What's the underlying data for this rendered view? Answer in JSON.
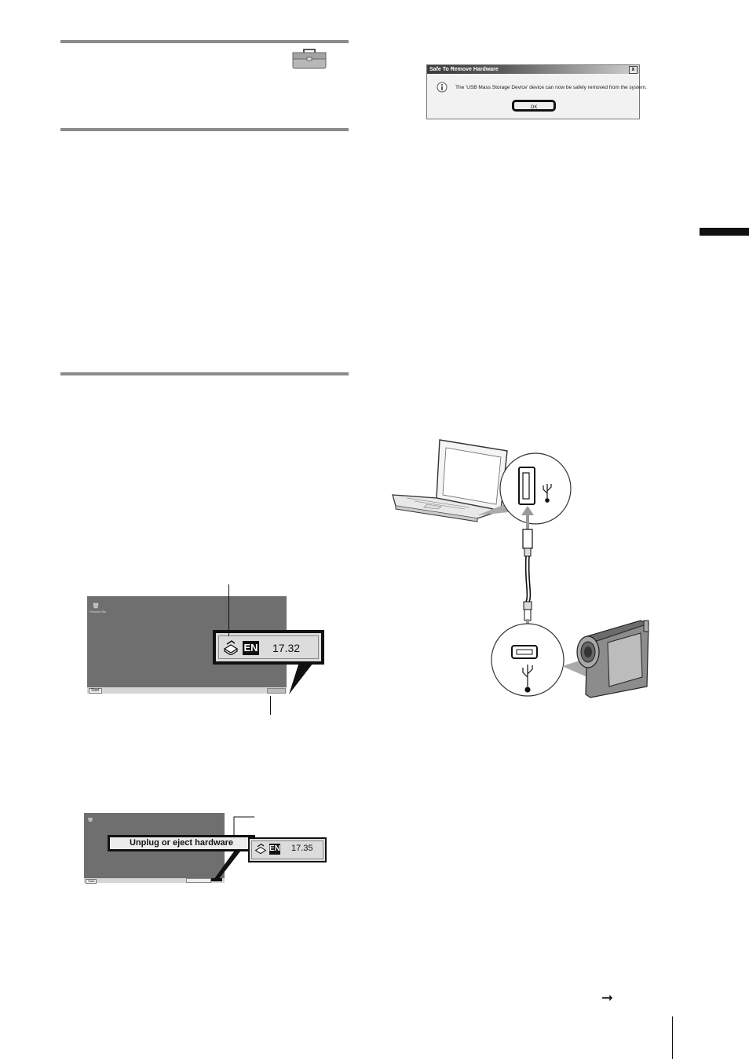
{
  "dialog": {
    "title": "Safe To Remove Hardware",
    "close_label": "x",
    "message": "The 'USB Mass Storage Device' device can now be safely removed from the system.",
    "ok_label": "OK"
  },
  "figure1": {
    "tray_lang": "EN",
    "tray_clock": "17.32",
    "start_label": "Start",
    "desktop_icon_label": "Recycle Bin"
  },
  "figure2": {
    "tooltip": "Unplug or eject hardware",
    "tray_lang": "EN",
    "tray_clock": "17.35",
    "start_label": "Start"
  },
  "colors": {
    "rule": "#8a8a8a",
    "desktop": "#6f6f6f",
    "ink": "#111111"
  },
  "icons": [
    "toolbox-icon",
    "info-icon",
    "hardware-eject-icon",
    "usb-icon",
    "laptop-illustration",
    "camcorder-illustration",
    "usb-cable-illustration",
    "next-page-arrow-icon"
  ]
}
